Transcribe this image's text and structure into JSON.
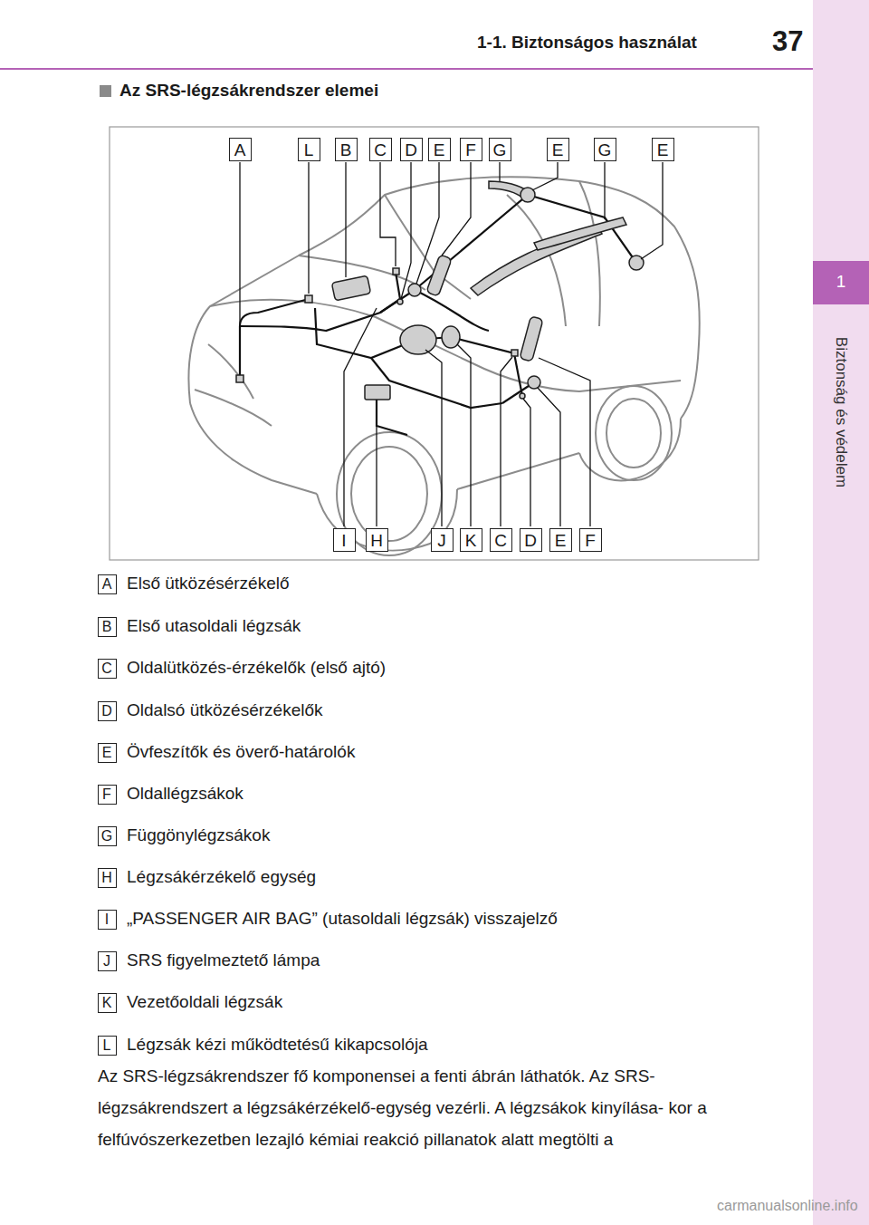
{
  "diagram": {
    "title": "Az SRS-légzsákrendszer elemei",
    "nodes": [
      {
        "text": [
          "A"
        ]
      },
      {
        "text": [
          "L"
        ]
      },
      {
        "text": [
          "B"
        ]
      },
      {
        "text": [
          "C"
        ]
      },
      {
        "text": [
          "D"
        ]
      },
      {
        "text": [
          "E"
        ]
      },
      {
        "text": [
          "F"
        ]
      },
      {
        "text": [
          "G"
        ]
      },
      {
        "text": [
          "E"
        ]
      },
      {
        "text": [
          "G"
        ]
      },
      {
        "text": [
          "E"
        ]
      },
      {
        "text": [
          "I"
        ]
      },
      {
        "text": [
          "H"
        ]
      },
      {
        "text": [
          "J"
        ]
      },
      {
        "text": [
          "K"
        ]
      },
      {
        "text": [
          "C"
        ]
      },
      {
        "text": [
          "D"
        ]
      },
      {
        "text": [
          "E"
        ]
      },
      {
        "text": [
          "F"
        ]
      },
      {
        "text": [
          "A"
        ]
      },
      {
        "text": [
          "B"
        ]
      },
      {
        "text": [
          "C"
        ]
      },
      {
        "text": [
          "D"
        ]
      },
      {
        "text": [
          "E"
        ]
      },
      {
        "text": [
          "F"
        ]
      },
      {
        "text": [
          "G"
        ]
      },
      {
        "text": [
          "H"
        ]
      },
      {
        "text": [
          "I"
        ]
      },
      {
        "text": [
          "J"
        ]
      },
      {
        "text": [
          "K"
        ]
      },
      {
        "text": [
          "L"
        ]
      }
    ],
    "labels": [
      "1-1. Biztonságos használat",
      "37",
      "1",
      "Biztonság és védelem",
      "Első ütközésérzékelő",
      "Első utasoldali légzsák",
      "Oldalütközés-érzékelők (első ajtó)",
      "Oldalsó ütközésérzékelők",
      "Övfeszítők és överő-határolók",
      "Oldallégzsákok",
      "Függönylégzsákok",
      "Légzsákérzékelő egység",
      "„PASSENGER AIR BAG” (utasoldali légzsák) visszajelző",
      "SRS figyelmeztető lámpa",
      "Vezetőoldali légzsák",
      "Légzsák kézi működtetésű kikapcsolója",
      "Az SRS-légzsákrendszer fő komponensei a fenti ábrán láthatók. Az SRS- légzsákrendszert a légzsákérzékelő-egység vezérli. A légzsákok kinyílása- kor a felfúvószerkezetben lezajló kémiai reakció pillanatok alatt megtölti a",
      "carmanualsonline.info"
    ]
  }
}
